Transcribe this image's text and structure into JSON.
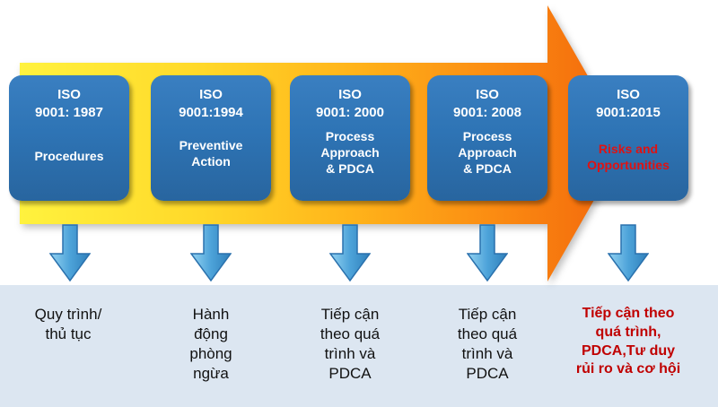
{
  "colors": {
    "box_blue": "#2e74b5",
    "arrow_gradient_start": "#fff23e",
    "arrow_gradient_end": "#f2650b",
    "down_arrow_blue": "#4da3d9",
    "highlight_red": "#c00000",
    "footer_band_bg": "#dce6f1"
  },
  "timeline": {
    "stages": [
      {
        "title": "ISO\n9001: 1987",
        "desc": "Procedures",
        "label": "Quy trình/\nthủ tục"
      },
      {
        "title": "ISO\n9001:1994",
        "desc": "Preventive\nAction",
        "label": "Hành\nđộng\nphòng\nngừa"
      },
      {
        "title": "ISO\n9001: 2000",
        "desc": "Process\nApproach\n& PDCA",
        "label": "Tiếp cận\ntheo quá\ntrình và\nPDCA"
      },
      {
        "title": "ISO\n9001: 2008",
        "desc": "Process\nApproach\n& PDCA",
        "label": "Tiếp cận\ntheo quá\ntrình và\nPDCA"
      },
      {
        "title": "ISO\n9001:2015",
        "desc": "Risks and\nOpportunities",
        "label": "Tiếp cận theo\nquá trình,\nPDCA,Tư duy\nrủi ro và cơ hội"
      }
    ]
  }
}
